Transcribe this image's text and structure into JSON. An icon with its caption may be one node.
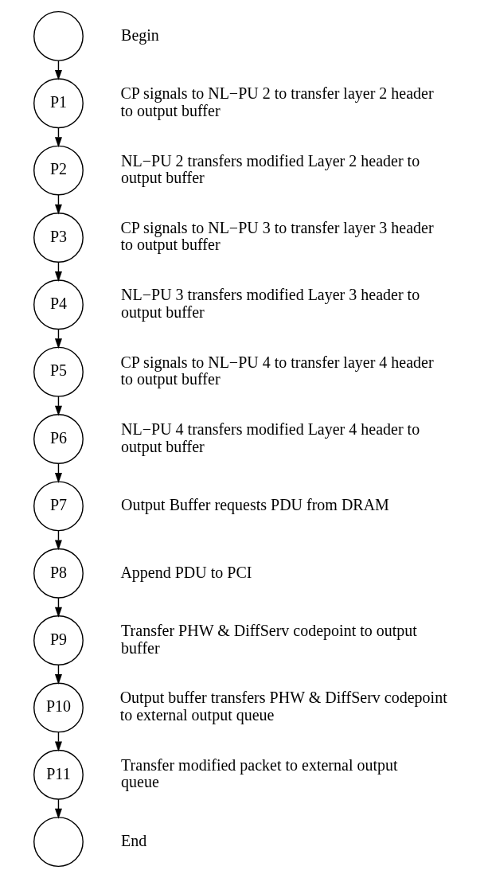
{
  "diagram": {
    "nodes": [
      {
        "text": [],
        "shape": "circle",
        "beside": [
          "Begin"
        ]
      },
      {
        "text": [
          "P1"
        ],
        "beside": [
          "CP signals to NL−PU 2 to transfer layer 2 header to output buffer"
        ]
      },
      {
        "text": [
          "P2"
        ],
        "beside": [
          "NL−PU 2 transfers modified Layer 2 header to output buffer"
        ]
      },
      {
        "text": [
          "P3"
        ],
        "beside": [
          "CP signals to NL−PU 3 to transfer layer 3 header to output buffer"
        ]
      },
      {
        "text": [
          "P4"
        ],
        "beside": [
          "NL−PU 3 transfers modified Layer 3 header to output buffer"
        ]
      },
      {
        "text": [
          "P5"
        ],
        "beside": [
          "CP signals to NL−PU 4 to transfer layer 4 header to output buffer"
        ]
      },
      {
        "text": [
          "P6"
        ],
        "beside": [
          "NL−PU 4 transfers modified Layer 4 header to output buffer"
        ]
      },
      {
        "text": [
          "P7"
        ],
        "beside": [
          "Output Buffer requests PDU from DRAM"
        ]
      },
      {
        "text": [
          "P8"
        ],
        "beside": [
          "Append PDU to PCI"
        ]
      },
      {
        "text": [
          "P9"
        ],
        "beside": [
          "Transfer PHW & DiffServ codepoint to output buffer"
        ]
      },
      {
        "text": [
          "P10"
        ],
        "beside": [
          "Output buffer transfers PHW & DiffServ codepoint to external output queue"
        ]
      },
      {
        "text": [
          "P11"
        ],
        "beside": [
          "Transfer modified packet to external output queue"
        ]
      },
      {
        "text": [],
        "shape": "circle",
        "beside": [
          "End"
        ]
      }
    ],
    "edges": [
      {
        "from": 0,
        "to": 1,
        "arrow": "to"
      },
      {
        "from": 1,
        "to": 2,
        "arrow": "to"
      },
      {
        "from": 2,
        "to": 3,
        "arrow": "to"
      },
      {
        "from": 3,
        "to": 4,
        "arrow": "to"
      },
      {
        "from": 4,
        "to": 5,
        "arrow": "to"
      },
      {
        "from": 5,
        "to": 6,
        "arrow": "to"
      },
      {
        "from": 6,
        "to": 7,
        "arrow": "to"
      },
      {
        "from": 7,
        "to": 8,
        "arrow": "to"
      },
      {
        "from": 8,
        "to": 9,
        "arrow": "to"
      },
      {
        "from": 9,
        "to": 10,
        "arrow": "to"
      },
      {
        "from": 10,
        "to": 11,
        "arrow": "to"
      },
      {
        "from": 11,
        "to": 12,
        "arrow": "to"
      }
    ]
  }
}
